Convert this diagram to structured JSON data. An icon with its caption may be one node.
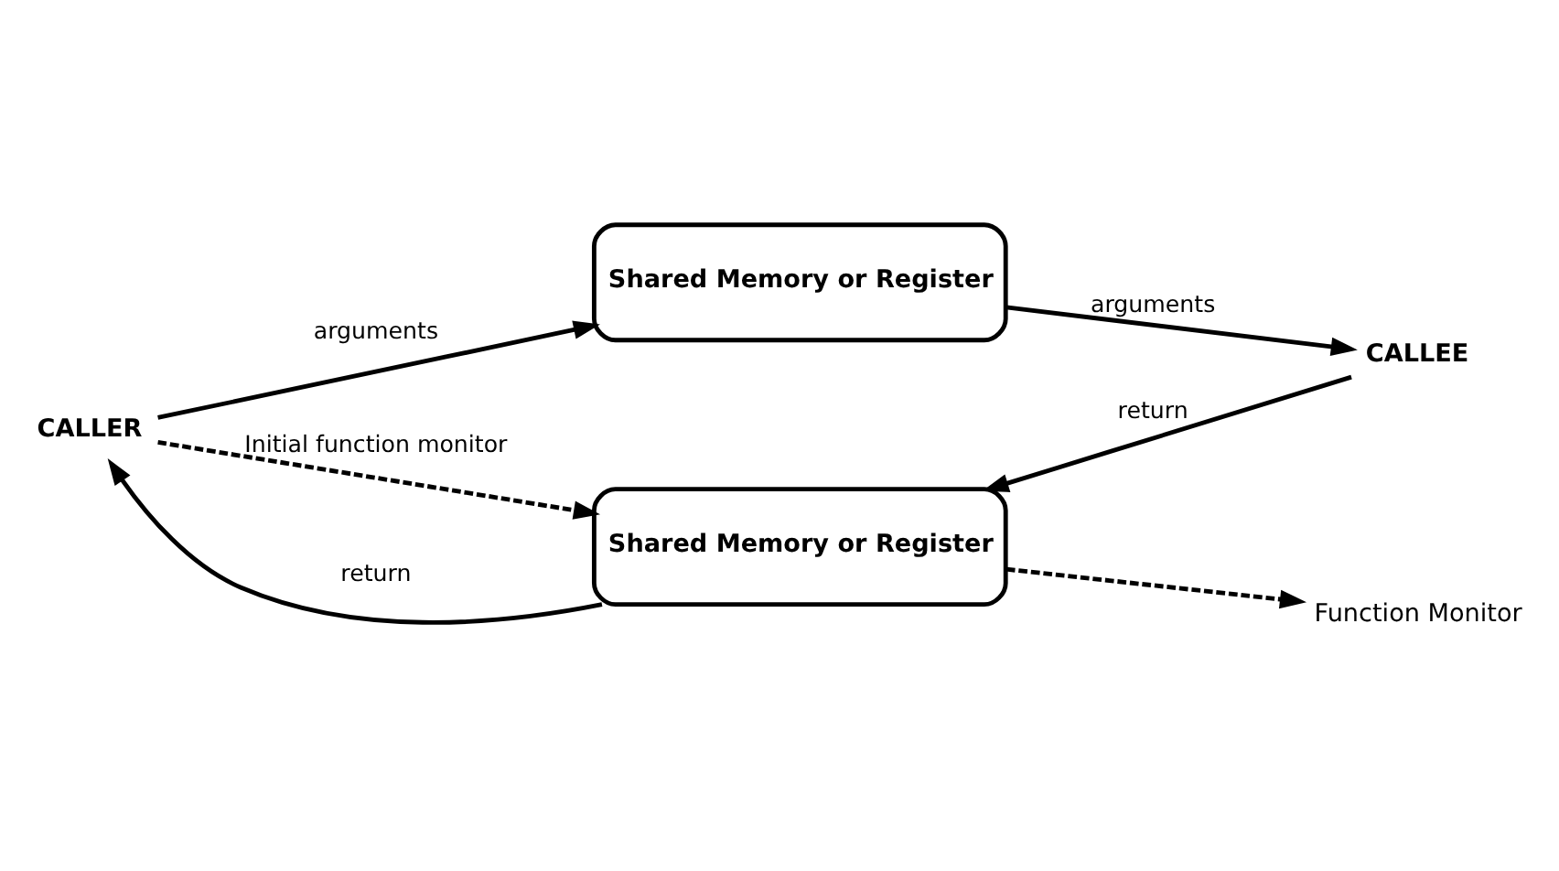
{
  "diagram": {
    "nodes": [
      {
        "text": [
          "CALLER"
        ]
      },
      {
        "text": [
          "Shared Memory or Register"
        ]
      },
      {
        "text": [
          "CALLEE"
        ]
      },
      {
        "text": [
          "Shared Memory or Register"
        ]
      },
      {
        "text": [
          "Function Monitor"
        ]
      }
    ],
    "edges": [
      {
        "from": 0,
        "to": 1,
        "arrow": "to",
        "label": "arguments"
      },
      {
        "from": 1,
        "to": 2,
        "arrow": "to",
        "label": "arguments"
      },
      {
        "from": 2,
        "to": 3,
        "arrow": "to",
        "label": "return"
      },
      {
        "from": 3,
        "to": 0,
        "arrow": "to",
        "label": "return"
      },
      {
        "from": 0,
        "to": 3,
        "arrow": "to",
        "label": "Initial function monitor",
        "style": "dashed"
      },
      {
        "from": 3,
        "to": 4,
        "arrow": "to",
        "style": "dashed"
      }
    ]
  }
}
